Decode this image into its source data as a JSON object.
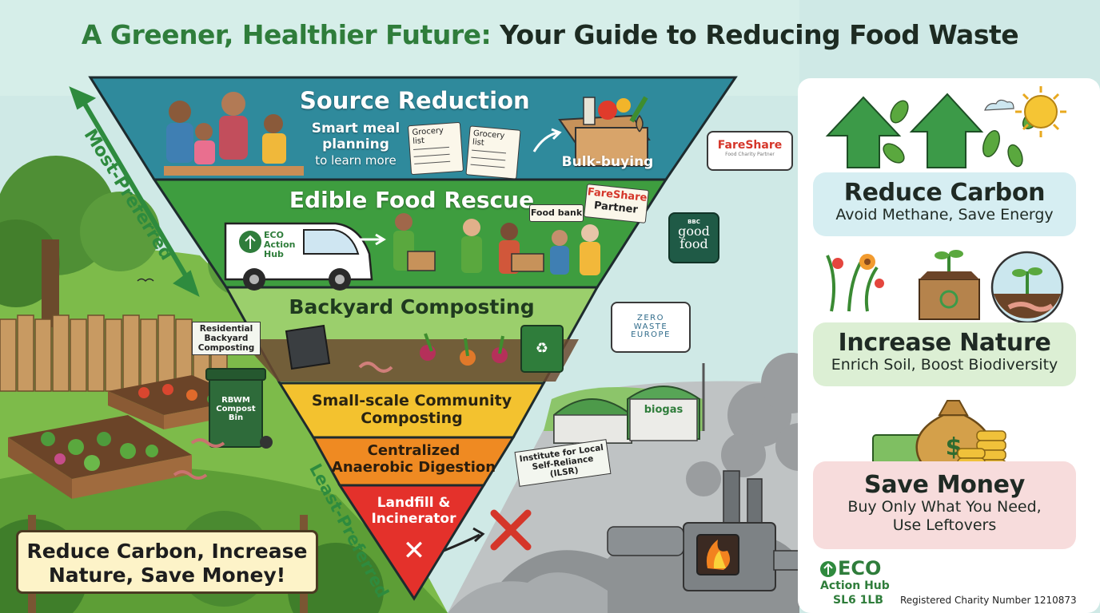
{
  "title": {
    "part1": "A Greener, Healthier Future:",
    "part2": "Your Guide to Reducing Food Waste"
  },
  "hierarchy": {
    "most_preferred": "Most-Preferred",
    "least_preferred": "Least-Preferred",
    "tiers": {
      "source_reduction": {
        "title": "Source Reduction",
        "caption1": "Smart meal",
        "caption2": "planning",
        "caption3": "to learn more",
        "paper1": "Grocery list",
        "paper2": "Grocery list",
        "bulk": "Bulk-buying"
      },
      "food_rescue": {
        "title": "Edible Food Rescue",
        "van_line1": "ECO",
        "van_line2": "Action",
        "van_line3": "Hub",
        "food_bank": "Food bank",
        "partner_line1": "FareShare",
        "partner_line2": "Partner"
      },
      "backyard": {
        "title": "Backyard Composting"
      },
      "community": {
        "line1": "Small-scale Community",
        "line2": "Composting"
      },
      "anaerobic": {
        "line1": "Centralized",
        "line2": "Anaerobic Digestion"
      },
      "landfill": {
        "line1": "Landfill &",
        "line2": "Incinerator",
        "mark": "✕"
      }
    }
  },
  "logos": {
    "fareshare": "FareShare",
    "fareshare_sub": "Food Charity Partner",
    "good_food_top": "BBC",
    "good_food_1": "good",
    "good_food_2": "food",
    "zero_waste_1": "ZERO",
    "zero_waste_2": "WASTE",
    "zero_waste_3": "EUROPE"
  },
  "scene_labels": {
    "residential": "Residential Backyard Composting",
    "compost_bin": "RBWM Compost Bin",
    "biogas": "biogas",
    "ilsr": "Institute for Local Self-Reliance (ILSR)"
  },
  "benefits": [
    {
      "title": "Reduce Carbon",
      "subtitle": "Avoid Methane, Save Energy",
      "color": "#d6eef2"
    },
    {
      "title": "Increase Nature",
      "subtitle": "Enrich Soil, Boost Biodiversity",
      "color": "#dcefd4"
    },
    {
      "title": "Save Money",
      "subtitle": "Buy Only What You Need, Use Leftovers",
      "color": "#f7dcdc"
    }
  ],
  "sign": {
    "line1": "Reduce Carbon, Increase",
    "line2": "Nature, Save Money!"
  },
  "footer": {
    "org_main": "ECO",
    "org_sub": "Action Hub",
    "postcode": "SL6 1LB",
    "charity": "Registered Charity Number 1210873"
  },
  "colors": {
    "source_reduction": "#2f8a9c",
    "food_rescue": "#3e9d3f",
    "backyard": "#9bcf6c",
    "community": "#f3c22f",
    "anaerobic": "#ef8a22",
    "landfill": "#e4312b",
    "arrow_green": "#2e8b3e"
  }
}
